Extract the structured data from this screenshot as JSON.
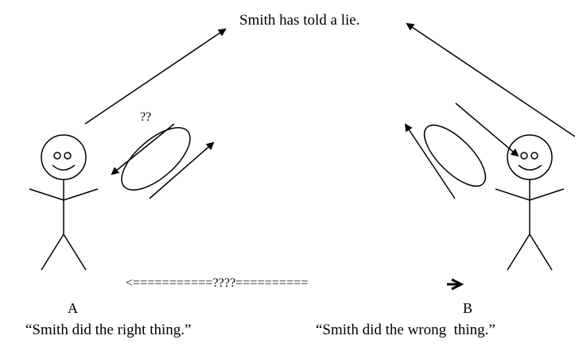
{
  "diagram": {
    "title_statement": "Smith has told a lie.",
    "uncertain_marks": "??",
    "middle_arrow_text": "<===========????==========",
    "person_a": {
      "label": "A",
      "quote": "“Smith did the right thing.”"
    },
    "person_b": {
      "label": "B",
      "quote": "“Smith did the wrong  thing.”"
    }
  }
}
